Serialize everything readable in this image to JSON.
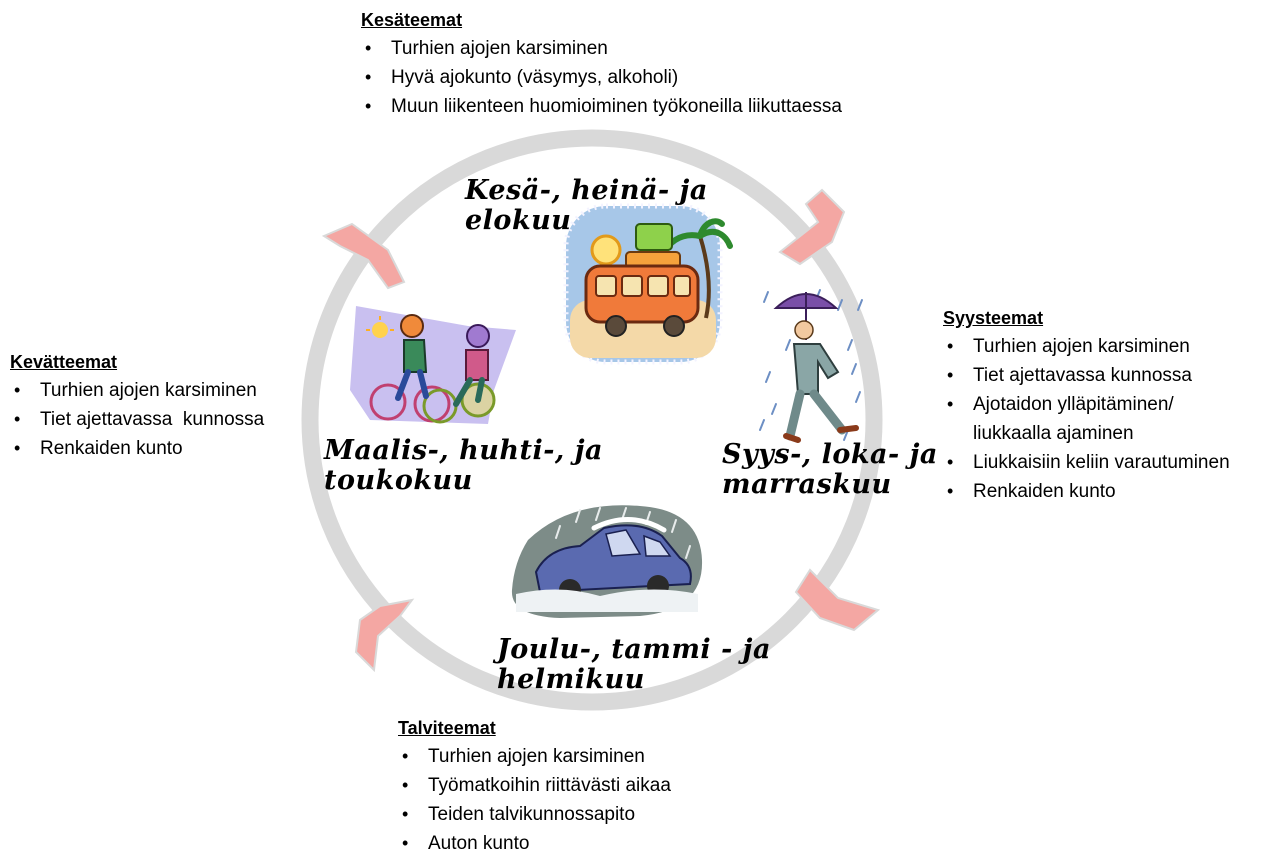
{
  "themes": {
    "summer": {
      "title": "Kesäteemat",
      "items": [
        "Turhien ajojen karsiminen",
        "Hyvä ajokunto (väsymys, alkoholi)",
        "Muun liikenteen huomioiminen työkoneilla liikuttaessa"
      ]
    },
    "autumn": {
      "title": "Syysteemat",
      "items": [
        "Turhien ajojen karsiminen",
        "Tiet ajettavassa kunnossa",
        "Ajotaidon ylläpitäminen/",
        "liukkaalla ajaminen",
        "Liukkaisiin keliin varautuminen",
        "Renkaiden kunto"
      ]
    },
    "spring": {
      "title": "Kevätteemat",
      "items": [
        "Turhien ajojen karsiminen",
        "Tiet ajettavassa  kunnossa",
        "Renkaiden kunto"
      ]
    },
    "winter": {
      "title": "Talviteemat",
      "items": [
        "Turhien ajojen karsiminen",
        "Työmatkoihin riittävästi aikaa",
        "Teiden talvikunnossapito",
        "Auton kunto"
      ]
    }
  },
  "seasons": {
    "summer": {
      "line1": "Kesä-, heinä- ja",
      "line2": "elokuu"
    },
    "autumn": {
      "line1": "Syys-, loka- ja",
      "line2": "marraskuu"
    },
    "spring": {
      "line1": "Maalis-, huhti-, ja",
      "line2": "toukokuu"
    },
    "winter": {
      "line1": "Joulu-, tammi - ja",
      "line2": "helmikuu"
    }
  },
  "colors": {
    "cycle_ring": "#d9d9d9",
    "arrow_fill": "#f4a7a3",
    "arrow_stroke": "#d9d9d9"
  },
  "icons": [
    "summer-bus-icon",
    "autumn-rain-walker-icon",
    "spring-cyclists-icon",
    "winter-snow-car-icon"
  ]
}
